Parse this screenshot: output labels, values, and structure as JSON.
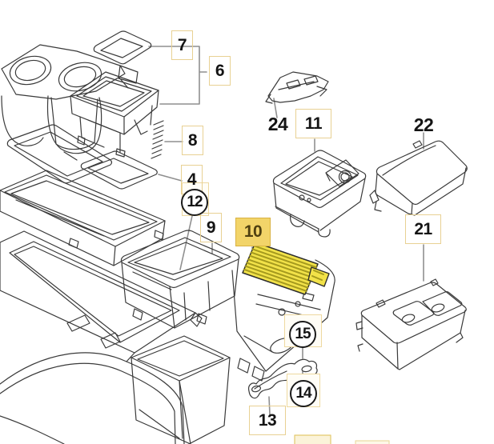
{
  "diagram": {
    "type": "exploded-parts-diagram",
    "highlighted_part": "10",
    "labels": {
      "4": {
        "text": "4",
        "shape": "boxed"
      },
      "6": {
        "text": "6",
        "shape": "boxed"
      },
      "7": {
        "text": "7",
        "shape": "boxed"
      },
      "8": {
        "text": "8",
        "shape": "boxed"
      },
      "9": {
        "text": "9",
        "shape": "boxed"
      },
      "10": {
        "text": "10",
        "shape": "highlighted-boxed"
      },
      "11": {
        "text": "11",
        "shape": "boxed"
      },
      "12": {
        "text": "12",
        "shape": "circled"
      },
      "13": {
        "text": "13",
        "shape": "boxed"
      },
      "14": {
        "text": "14",
        "shape": "circled"
      },
      "15": {
        "text": "15",
        "shape": "circled"
      },
      "21": {
        "text": "21",
        "shape": "boxed"
      },
      "22": {
        "text": "22",
        "shape": "plain"
      },
      "24": {
        "text": "24",
        "shape": "plain"
      }
    },
    "colors": {
      "highlight_fill": "#f2e249",
      "highlight_slat": "#a59a1e",
      "highlight_label_bg": "#f2d469",
      "highlight_label_border": "#d9b242",
      "highlight_label_text": "#4f4010",
      "label_box_border": "#e8d193",
      "line_art": "#3a3a3a",
      "leader_line": "#8f8f8f"
    }
  }
}
